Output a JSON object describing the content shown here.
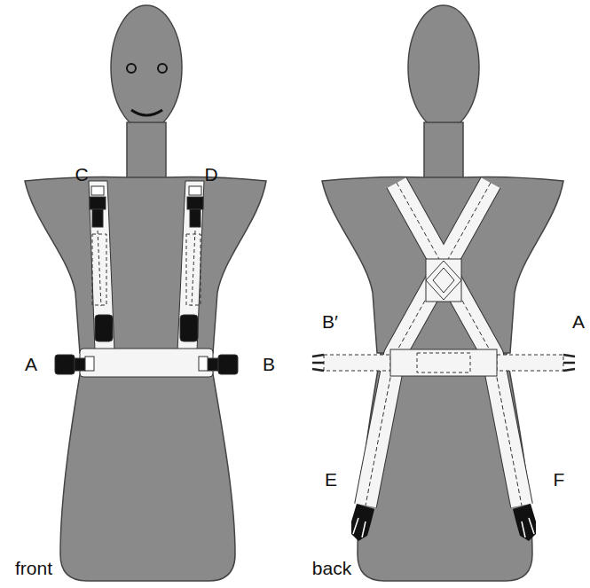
{
  "diagram": {
    "labels": [
      "C",
      "D",
      "A",
      "B",
      "front",
      "B′",
      "A",
      "E",
      "F",
      "back"
    ]
  }
}
